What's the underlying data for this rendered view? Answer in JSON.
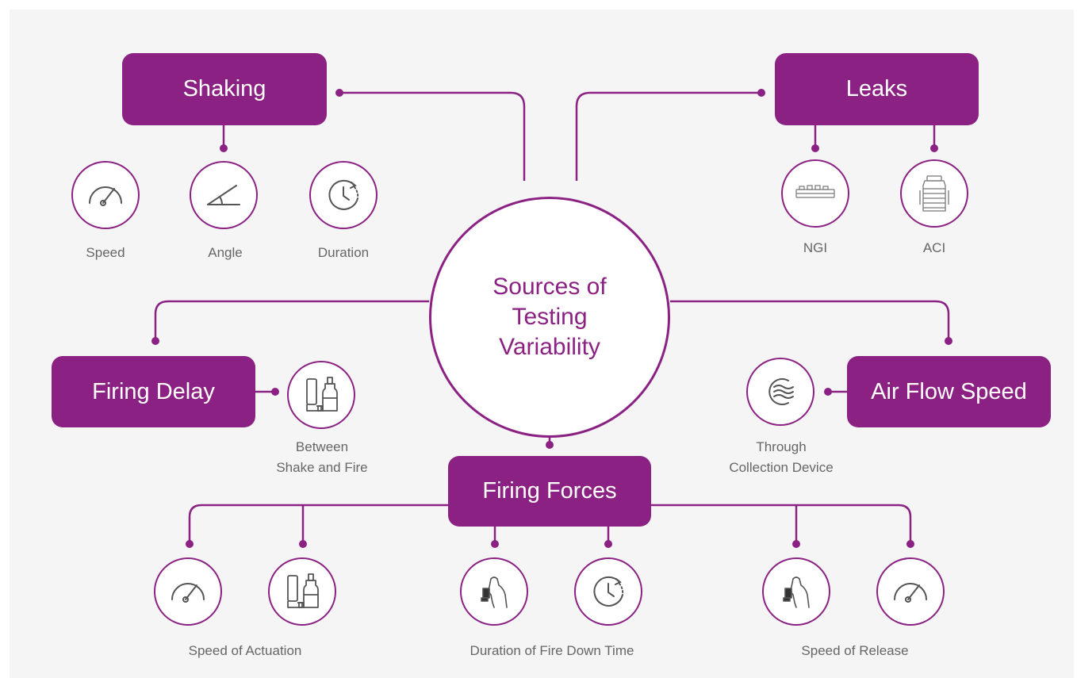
{
  "center": {
    "title": "Sources of Testing Variability"
  },
  "categories": {
    "shaking": "Shaking",
    "leaks": "Leaks",
    "firing_delay": "Firing Delay",
    "air_flow_speed": "Air Flow Speed",
    "firing_forces": "Firing Forces"
  },
  "factors": {
    "speed": "Speed",
    "angle": "Angle",
    "duration": "Duration",
    "ngi": "NGI",
    "aci": "ACI",
    "between_line1": "Between",
    "between_line2": "Shake and Fire",
    "through_line1": "Through",
    "through_line2": "Collection Device",
    "speed_of_actuation": "Speed of Actuation",
    "duration_of_fire_down_time": "Duration of Fire Down Time",
    "speed_of_release": "Speed of Release"
  },
  "colors": {
    "accent": "#8b2183",
    "label": "#666666",
    "background": "#f5f5f5"
  },
  "icons": [
    "speedometer-icon",
    "angle-icon",
    "timer-icon",
    "ngi-impactor-icon",
    "aci-impactor-icon",
    "inhaler-icon",
    "airflow-icon",
    "hand-inhaler-icon"
  ]
}
